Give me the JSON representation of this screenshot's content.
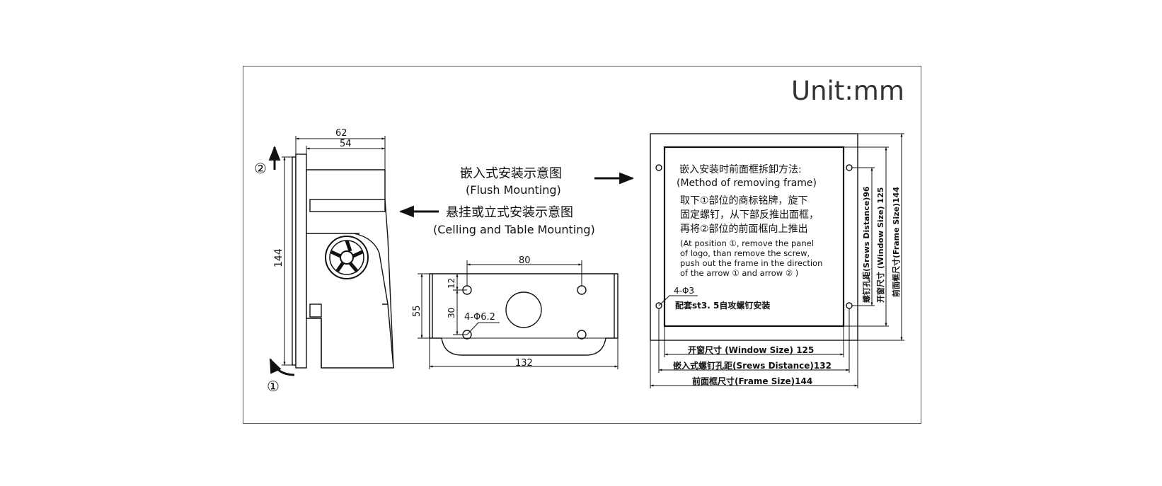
{
  "unit_label": "Unit:mm",
  "side_view": {
    "dim_top_outer": "62",
    "dim_top_inner": "54",
    "dim_height": "144",
    "marker_2": "②",
    "marker_1": "①"
  },
  "labels": {
    "flush_cn": "嵌入式安装示意图",
    "flush_en": "(Flush Mounting)",
    "ceiling_cn": "悬挂或立式安装示意图",
    "ceiling_en": "(Celling and Table Mounting)"
  },
  "bracket": {
    "dim_top": "80",
    "dim_bottom": "132",
    "dim_height": "55",
    "dim_12": "12",
    "dim_30": "30",
    "hole_label": "4-Φ6.2"
  },
  "front_view": {
    "method_cn": "嵌入安装时前面框拆卸方法:",
    "method_en": "(Method of removing frame)",
    "cn_line1": "取下①部位的商标铭牌，旋下",
    "cn_line2": "固定螺钉，从下部反推出面框，",
    "cn_line3": "再将②部位的前面框向上推出",
    "en_line1": "(At position ①, remove the panel",
    "en_line2": "of logo, than remove the screw,",
    "en_line3": "push out the frame in the direction",
    "en_line4": "of the arrow ① and arrow ② )",
    "hole_label": "4-Φ3",
    "screw_note": "配套st3. 5自攻螺钉安装",
    "dim_window_bottom": "开窗尺寸 (Window Size) 125",
    "dim_screw_bottom": "嵌入式螺钉孔距(Srews Distance)132",
    "dim_frame_bottom": "前面框尺寸(Frame Size)144",
    "dim_screw_right": "螺钉孔距(Srews Distance)96",
    "dim_window_right": "开窗尺寸 (Window Size) 125",
    "dim_frame_right": "前面框尺寸(Frame Size)144"
  }
}
